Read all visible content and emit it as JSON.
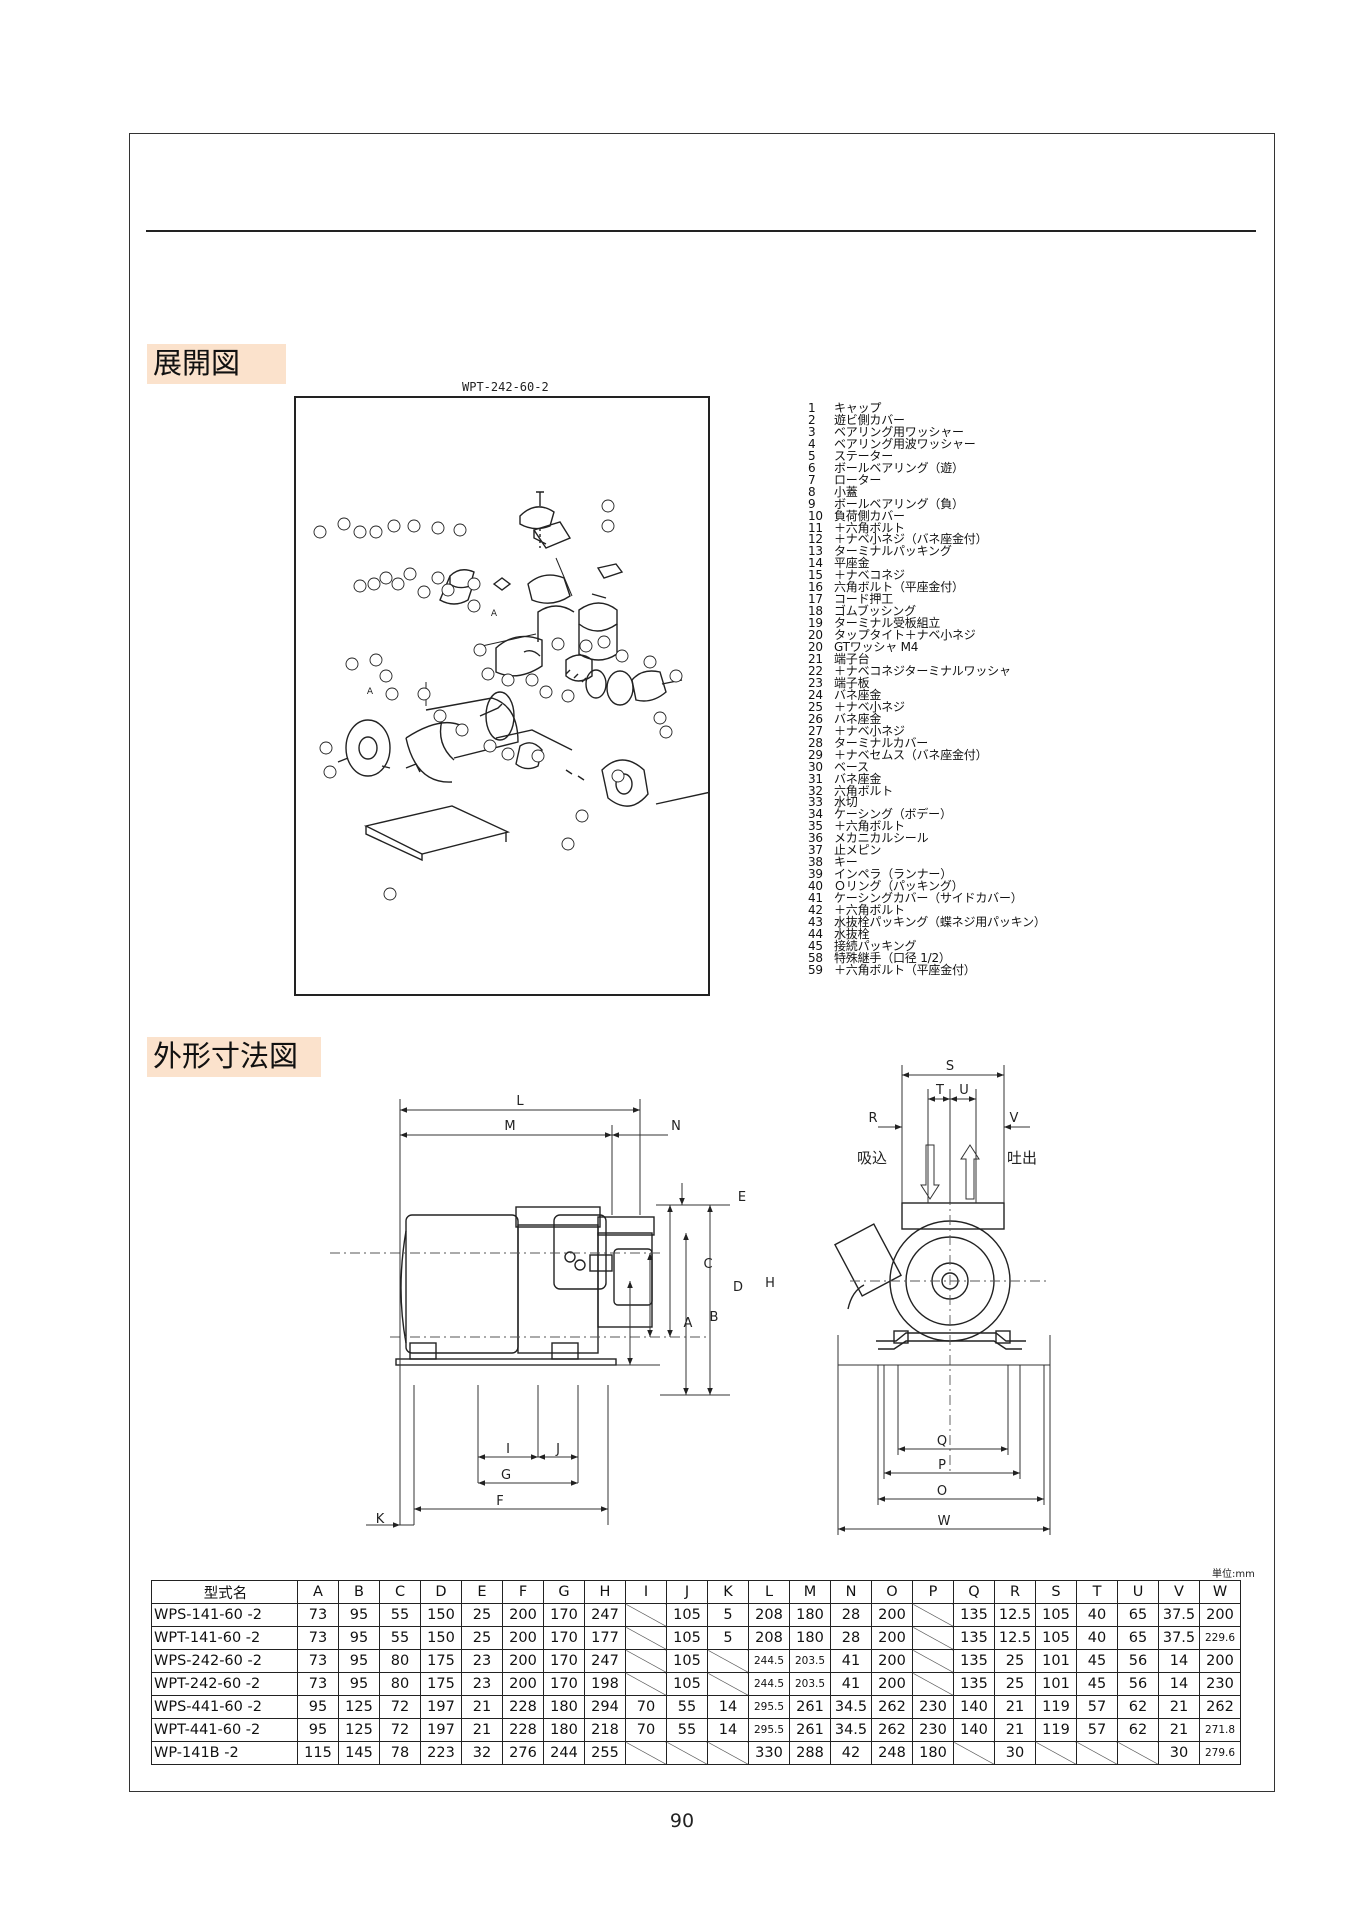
{
  "sections": {
    "exploded_title": "展開図",
    "dimension_title": "外形寸法図"
  },
  "exploded": {
    "model": "WPT-242-60-2",
    "parts": [
      {
        "no": "1",
        "name": "キャップ"
      },
      {
        "no": "2",
        "name": "遊ビ側カバー"
      },
      {
        "no": "3",
        "name": "ベアリング用ワッシャー"
      },
      {
        "no": "4",
        "name": "ベアリング用波ワッシャー"
      },
      {
        "no": "5",
        "name": "ステーター"
      },
      {
        "no": "6",
        "name": "ボールベアリング（遊）"
      },
      {
        "no": "7",
        "name": "ローター"
      },
      {
        "no": "8",
        "name": "小蓋"
      },
      {
        "no": "9",
        "name": "ボールベアリング（負）"
      },
      {
        "no": "10",
        "name": "負荷側カバー"
      },
      {
        "no": "11",
        "name": "＋六角ボルト"
      },
      {
        "no": "12",
        "name": "＋ナベ小ネジ（バネ座金付）"
      },
      {
        "no": "13",
        "name": "ターミナルパッキング"
      },
      {
        "no": "14",
        "name": "平座金"
      },
      {
        "no": "15",
        "name": "＋ナベコネジ"
      },
      {
        "no": "16",
        "name": "六角ボルト（平座金付）"
      },
      {
        "no": "17",
        "name": "コード押工"
      },
      {
        "no": "18",
        "name": "ゴムブッシング"
      },
      {
        "no": "19",
        "name": "ターミナル受板組立"
      },
      {
        "no": "20",
        "name": "タップタイト＋ナベ小ネジ"
      },
      {
        "no": "20",
        "name": "GTワッシャ M4"
      },
      {
        "no": "21",
        "name": "端子台"
      },
      {
        "no": "22",
        "name": "＋ナベコネジターミナルワッシャ"
      },
      {
        "no": "23",
        "name": "端子板"
      },
      {
        "no": "24",
        "name": "バネ座金"
      },
      {
        "no": "25",
        "name": "＋ナベ小ネジ"
      },
      {
        "no": "26",
        "name": "バネ座金"
      },
      {
        "no": "27",
        "name": "＋ナベ小ネジ"
      },
      {
        "no": "28",
        "name": "ターミナルカバー"
      },
      {
        "no": "29",
        "name": "＋ナベセムス（バネ座金付）"
      },
      {
        "no": "30",
        "name": "ベース"
      },
      {
        "no": "31",
        "name": "バネ座金"
      },
      {
        "no": "32",
        "name": "六角ボルト"
      },
      {
        "no": "33",
        "name": "水切"
      },
      {
        "no": "34",
        "name": "ケーシング（ボデー）"
      },
      {
        "no": "35",
        "name": "＋六角ボルト"
      },
      {
        "no": "36",
        "name": "メカニカルシール"
      },
      {
        "no": "37",
        "name": "止メピン"
      },
      {
        "no": "38",
        "name": "キー"
      },
      {
        "no": "39",
        "name": "インペラ（ランナー）"
      },
      {
        "no": "40",
        "name": "Ｏリング（パッキング）"
      },
      {
        "no": "41",
        "name": "ケーシングカバー（サイドカバー）"
      },
      {
        "no": "42",
        "name": "＋六角ボルト"
      },
      {
        "no": "43",
        "name": "水抜栓パッキング（蝶ネジ用パッキン）"
      },
      {
        "no": "44",
        "name": "水抜栓"
      },
      {
        "no": "45",
        "name": "接続パッキング"
      },
      {
        "no": "58",
        "name": "特殊継手（口径 1/2）"
      },
      {
        "no": "59",
        "name": "＋六角ボルト（平座金付）"
      }
    ]
  },
  "dimension_drawing": {
    "labels": {
      "L": "L",
      "M": "M",
      "N": "N",
      "E": "E",
      "C": "C",
      "D": "D",
      "H": "H",
      "A": "A",
      "B": "B",
      "I": "I",
      "J": "J",
      "G": "G",
      "F": "F",
      "K": "K",
      "S": "S",
      "T": "T",
      "U": "U",
      "R": "R",
      "V": "V",
      "Q": "Q",
      "P": "P",
      "O": "O",
      "W": "W"
    },
    "suction": "吸込",
    "discharge": "吐出"
  },
  "table": {
    "unit": "単位:mm",
    "header": [
      "型式名",
      "A",
      "B",
      "C",
      "D",
      "E",
      "F",
      "G",
      "H",
      "I",
      "J",
      "K",
      "L",
      "M",
      "N",
      "O",
      "P",
      "Q",
      "R",
      "S",
      "T",
      "U",
      "V",
      "W"
    ],
    "rows": [
      [
        "WPS-141-60 -2",
        "73",
        "95",
        "55",
        "150",
        "25",
        "200",
        "170",
        "247",
        "",
        "105",
        "5",
        "208",
        "180",
        "28",
        "200",
        "",
        "135",
        "12.5",
        "105",
        "40",
        "65",
        "37.5",
        "200"
      ],
      [
        "WPT-141-60 -2",
        "73",
        "95",
        "55",
        "150",
        "25",
        "200",
        "170",
        "177",
        "",
        "105",
        "5",
        "208",
        "180",
        "28",
        "200",
        "",
        "135",
        "12.5",
        "105",
        "40",
        "65",
        "37.5",
        "229.6"
      ],
      [
        "WPS-242-60 -2",
        "73",
        "95",
        "80",
        "175",
        "23",
        "200",
        "170",
        "247",
        "",
        "105",
        "",
        "244.5",
        "203.5",
        "41",
        "200",
        "",
        "135",
        "25",
        "101",
        "45",
        "56",
        "14",
        "200"
      ],
      [
        "WPT-242-60 -2",
        "73",
        "95",
        "80",
        "175",
        "23",
        "200",
        "170",
        "198",
        "",
        "105",
        "",
        "244.5",
        "203.5",
        "41",
        "200",
        "",
        "135",
        "25",
        "101",
        "45",
        "56",
        "14",
        "230"
      ],
      [
        "WPS-441-60 -2",
        "95",
        "125",
        "72",
        "197",
        "21",
        "228",
        "180",
        "294",
        "70",
        "55",
        "14",
        "295.5",
        "261",
        "34.5",
        "262",
        "230",
        "140",
        "21",
        "119",
        "57",
        "62",
        "21",
        "262"
      ],
      [
        "WPT-441-60 -2",
        "95",
        "125",
        "72",
        "197",
        "21",
        "228",
        "180",
        "218",
        "70",
        "55",
        "14",
        "295.5",
        "261",
        "34.5",
        "262",
        "230",
        "140",
        "21",
        "119",
        "57",
        "62",
        "21",
        "271.8"
      ],
      [
        "WP-141B -2",
        "115",
        "145",
        "78",
        "223",
        "32",
        "276",
        "244",
        "255",
        "",
        "",
        "",
        "330",
        "288",
        "42",
        "248",
        "180",
        "",
        "30",
        "",
        "",
        "",
        "30",
        "279.6"
      ]
    ]
  },
  "page_number": "90"
}
